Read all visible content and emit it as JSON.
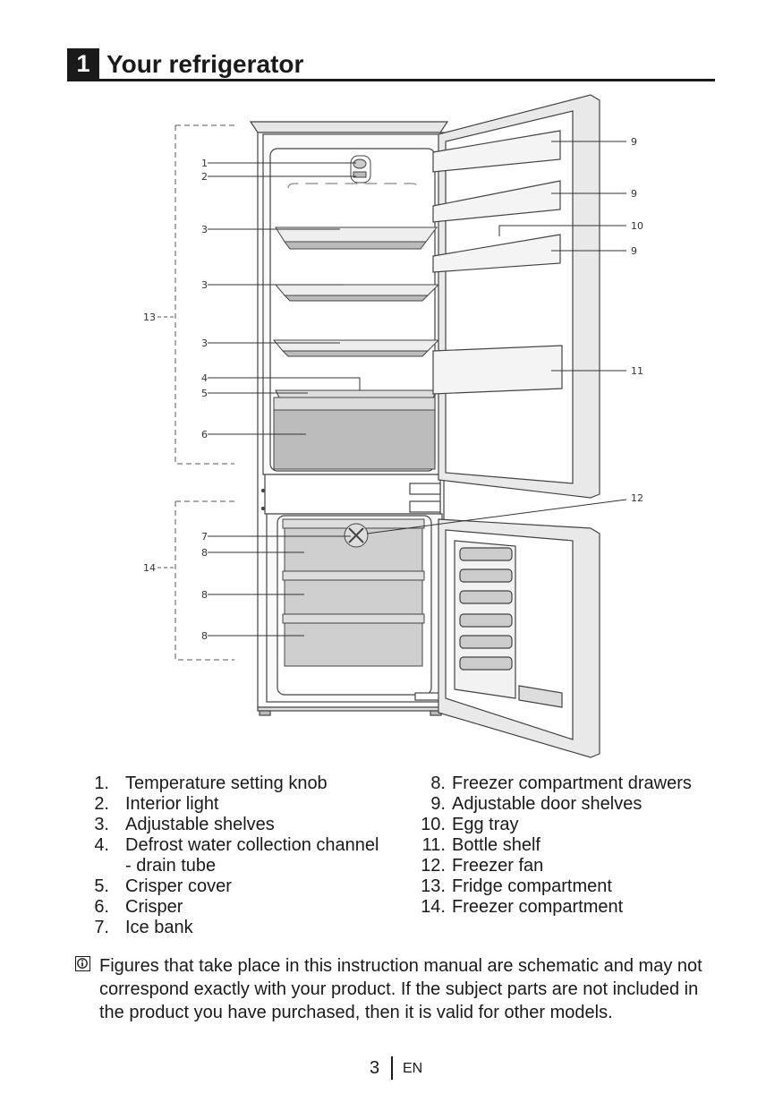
{
  "section": {
    "number": "1",
    "title": "Your refrigerator"
  },
  "callouts": {
    "temp_knob": "1",
    "light": "2",
    "shelf_a": "3",
    "shelf_b": "3",
    "shelf_c": "3",
    "channel": "4",
    "crisper_cover": "5",
    "crisper": "6",
    "ice_bank": "7",
    "drawer_a": "8",
    "drawer_b": "8",
    "drawer_c": "8",
    "door_shelf_a": "9",
    "door_shelf_b": "9",
    "door_shelf_c": "9",
    "egg_tray": "10",
    "bottle_shelf": "11",
    "freezer_fan": "12",
    "fridge_compartment": "13",
    "freezer_compartment": "14"
  },
  "legend": {
    "left": [
      {
        "num": "1.",
        "text": "Temperature setting knob"
      },
      {
        "num": "2.",
        "text": "Interior light"
      },
      {
        "num": "3.",
        "text": "Adjustable shelves"
      },
      {
        "num": "4.",
        "text": "Defrost water collection channel"
      },
      {
        "num": "",
        "text": "- drain tube"
      },
      {
        "num": "5.",
        "text": "Crisper cover"
      },
      {
        "num": "6.",
        "text": "Crisper"
      },
      {
        "num": "7.",
        "text": "Ice bank"
      }
    ],
    "right": [
      {
        "num": "8.",
        "text": "Freezer compartment drawers"
      },
      {
        "num": "9.",
        "text": "Adjustable door shelves"
      },
      {
        "num": "10.",
        "text": "Egg tray"
      },
      {
        "num": "11.",
        "text": "Bottle shelf"
      },
      {
        "num": "12.",
        "text": "Freezer fan"
      },
      {
        "num": "13.",
        "text": "Fridge compartment"
      },
      {
        "num": "14.",
        "text": "Freezer compartment"
      }
    ]
  },
  "note": {
    "icon": "info-icon",
    "text": "Figures that take place in this instruction manual are schematic and may not correspond exactly with your product. If the subject parts are not included in the product you have purchased, then it is valid for other models."
  },
  "footer": {
    "page": "3",
    "lang": "EN"
  }
}
